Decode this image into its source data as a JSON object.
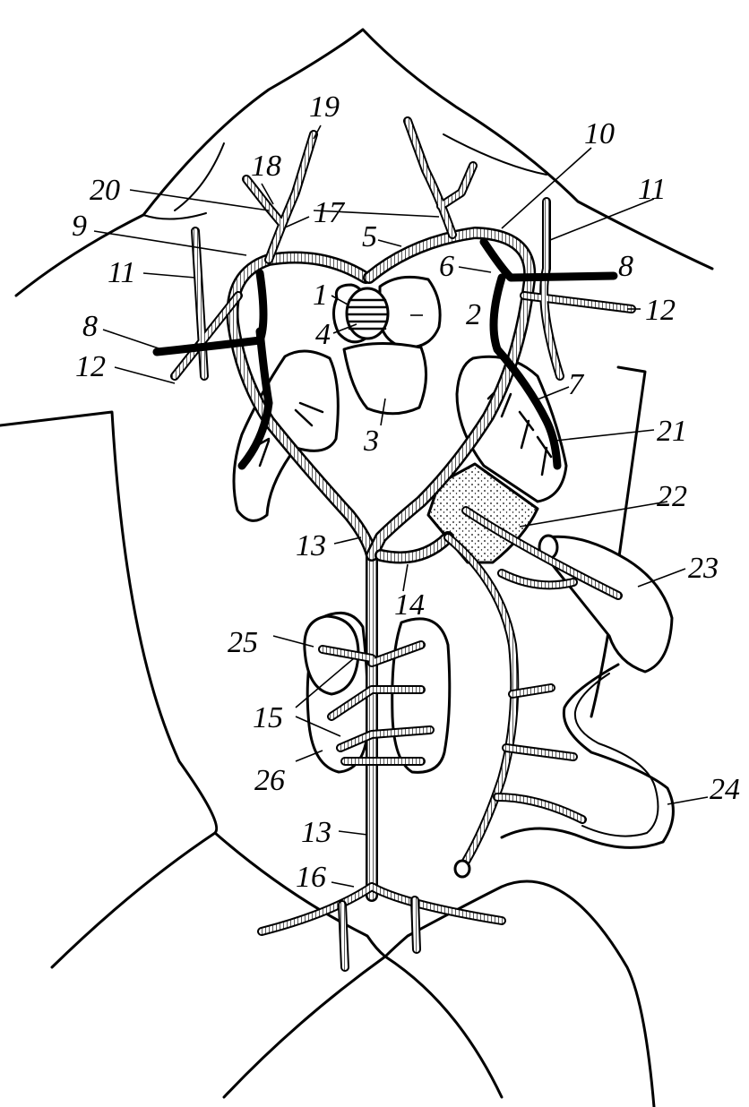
{
  "figure": {
    "labels": {
      "l1": "1",
      "l2": "2",
      "l3": "3",
      "l4": "4",
      "l5": "5",
      "l6": "6",
      "l7": "7",
      "l8a": "8",
      "l8b": "8",
      "l9": "9",
      "l10": "10",
      "l11a": "11",
      "l11b": "11",
      "l12a": "12",
      "l12b": "12",
      "l13a": "13",
      "l13b": "13",
      "l14": "14",
      "l15": "15",
      "l16": "16",
      "l17": "17",
      "l18": "18",
      "l19": "19",
      "l20": "20",
      "l21": "21",
      "l22": "22",
      "l23": "23",
      "l24": "24",
      "l25": "25",
      "l26": "26"
    }
  }
}
